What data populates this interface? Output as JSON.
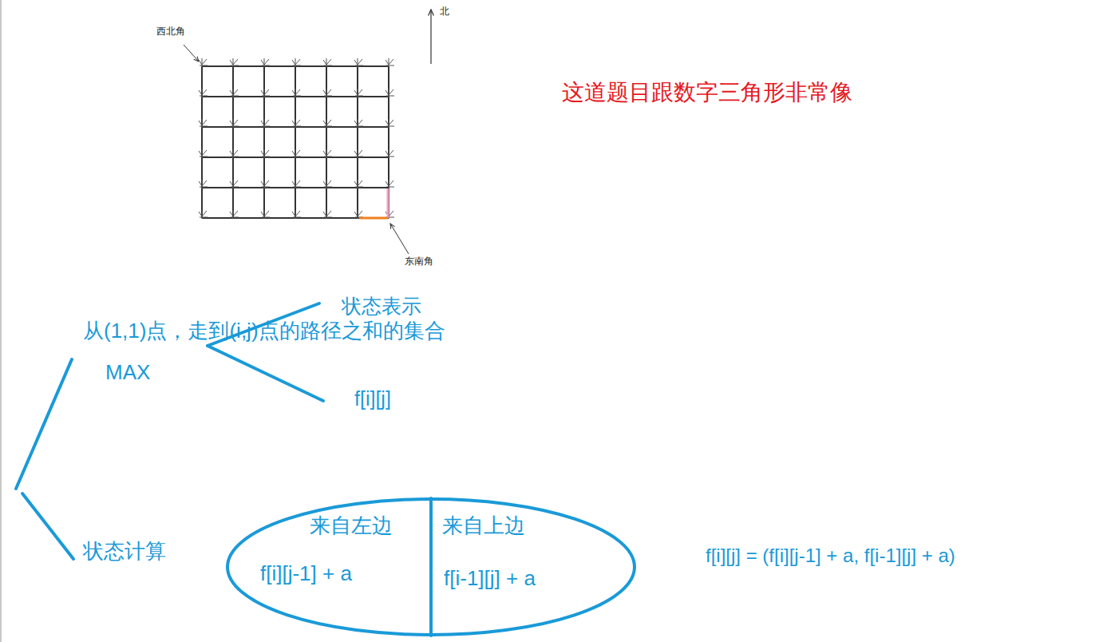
{
  "diagram": {
    "nodes": [
      {
        "text": [
          "来自左边",
          "f[i][j-1] + a"
        ]
      },
      {
        "text": [
          "来自上边",
          "f[i-1][j] + a"
        ]
      }
    ],
    "labels": [
      "西北角",
      "北",
      "东南角",
      "这道题目跟数字三角形非常像",
      "状态表示",
      "f[i][j]",
      "从(1,1)点，走到(i,j)点的路径之和的集合",
      "MAX",
      "状态计算",
      "f[i][j] = (f[i][j-1] + a, f[i-1][j] + a)"
    ]
  }
}
